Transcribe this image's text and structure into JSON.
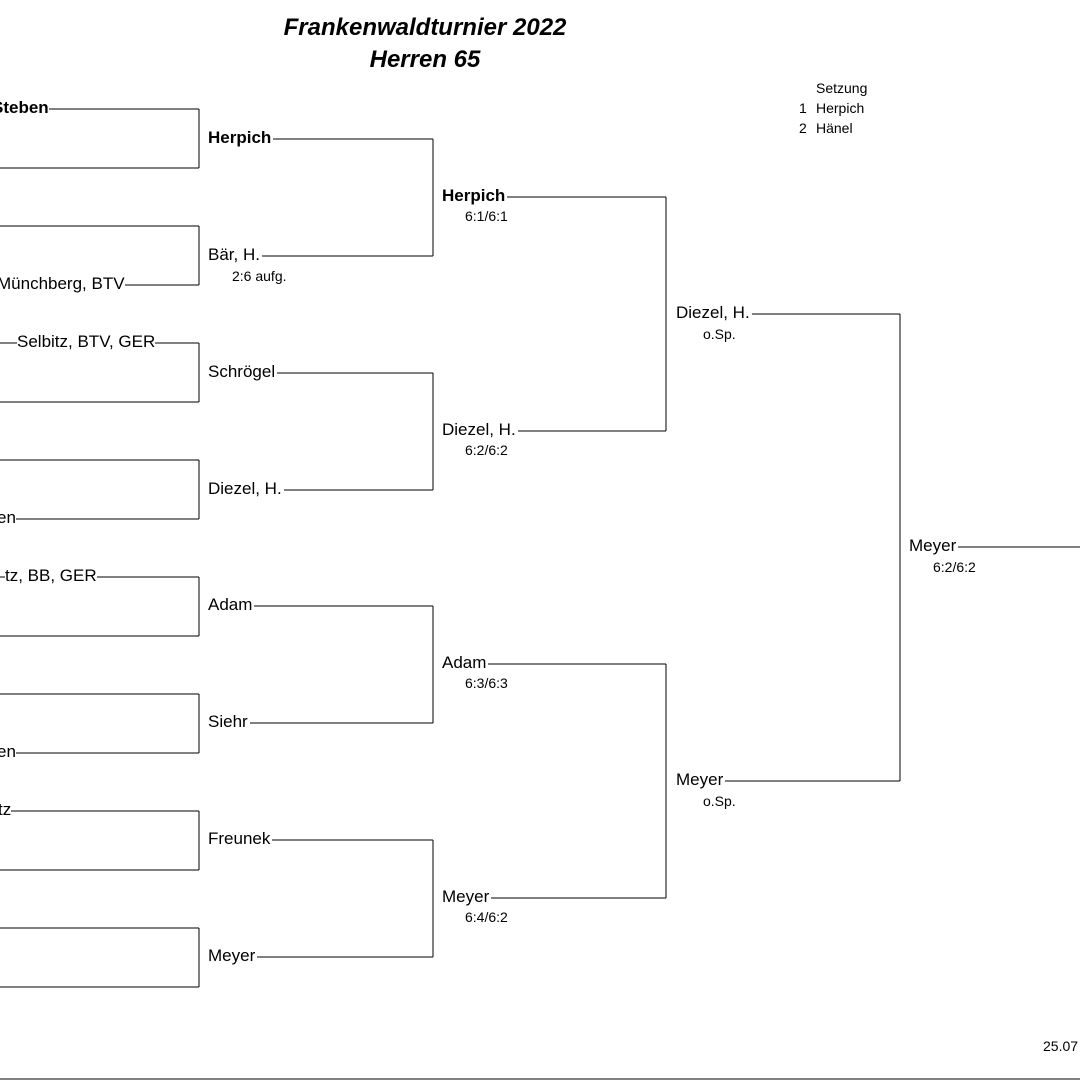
{
  "header": {
    "title": "Frankenwaldturnier 2022",
    "subtitle": "Herren 65"
  },
  "seeding": {
    "heading": "Setzung",
    "entries": [
      {
        "num": "1",
        "name": "Herpich"
      },
      {
        "num": "2",
        "name": "Hänel"
      }
    ]
  },
  "round1": [
    {
      "label": "Steben",
      "win": true
    },
    {
      "label": "Münchberg, BTV",
      "win": false
    },
    {
      "label": "Selbitz, BTV, GER",
      "win": false
    },
    {
      "label": "en",
      "win": false
    },
    {
      "label": "tz, BB, GER",
      "win": false
    },
    {
      "label": "en",
      "win": false
    },
    {
      "label": "tz",
      "win": false
    },
    {
      "label": "",
      "win": false
    }
  ],
  "round2": [
    {
      "name": "Herpich",
      "win": true,
      "score": ""
    },
    {
      "name": "Bär, H.",
      "win": false,
      "score": "2:6 aufg."
    },
    {
      "name": "Schrögel",
      "win": false,
      "score": ""
    },
    {
      "name": "Diezel, H.",
      "win": false,
      "score": ""
    },
    {
      "name": "Adam",
      "win": false,
      "score": ""
    },
    {
      "name": "Siehr",
      "win": false,
      "score": ""
    },
    {
      "name": "Freunek",
      "win": false,
      "score": ""
    },
    {
      "name": "Meyer",
      "win": false,
      "score": ""
    }
  ],
  "round3": [
    {
      "name": "Herpich",
      "win": true,
      "score": "6:1/6:1"
    },
    {
      "name": "Diezel, H.",
      "win": false,
      "score": "6:2/6:2"
    },
    {
      "name": "Adam",
      "win": false,
      "score": "6:3/6:3"
    },
    {
      "name": "Meyer",
      "win": false,
      "score": "6:4/6:2"
    }
  ],
  "round4": [
    {
      "name": "Diezel, H.",
      "win": false,
      "score": "o.Sp."
    },
    {
      "name": "Meyer",
      "win": false,
      "score": "o.Sp."
    }
  ],
  "round5": [
    {
      "name": "Meyer",
      "win": false,
      "score": "6:2/6:2"
    }
  ],
  "footer": {
    "date": "25.07"
  }
}
